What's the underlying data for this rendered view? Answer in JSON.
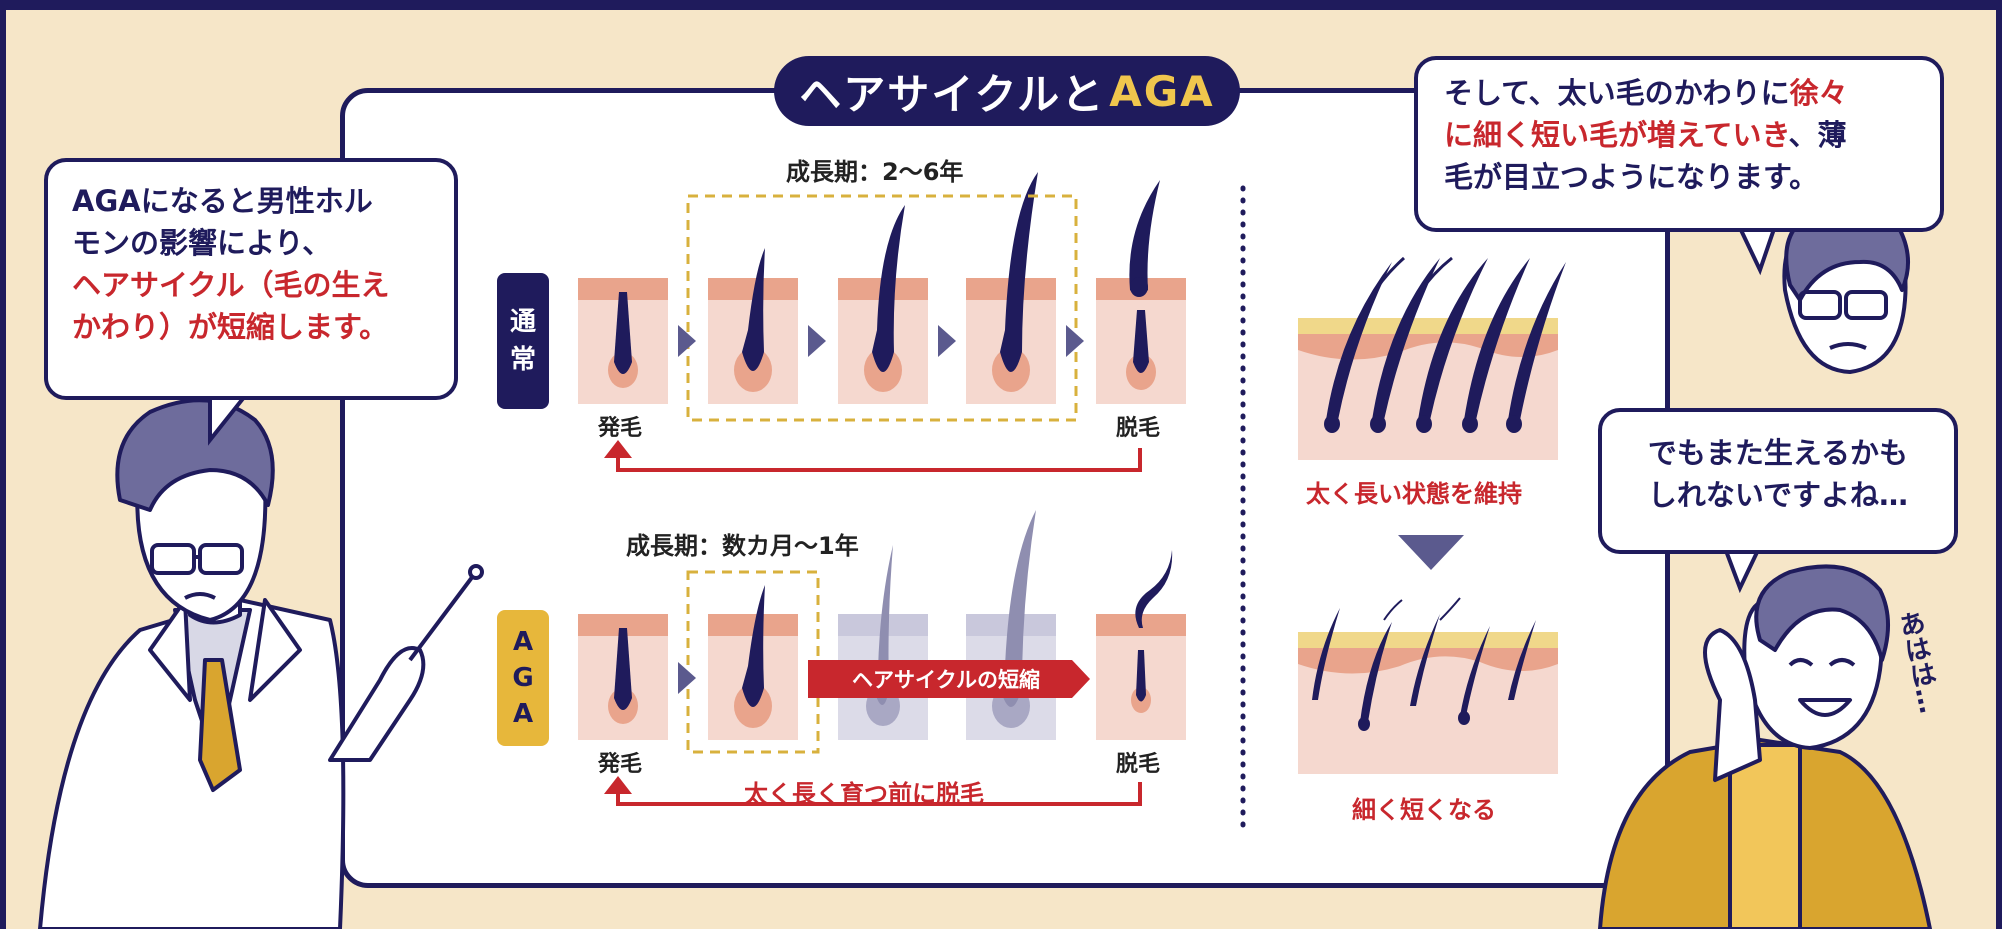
{
  "title": {
    "prefix": "ヘアサイクルと",
    "accent": "AGA"
  },
  "normal_row": {
    "tag": [
      "通",
      "常"
    ],
    "period": "成長期：2〜6年",
    "start_label": "発毛",
    "end_label": "脱毛"
  },
  "aga_row": {
    "tag": [
      "A",
      "G",
      "A"
    ],
    "period": "成長期：数カ月〜1年",
    "start_label": "発毛",
    "end_label": "脱毛",
    "shortening_banner": "ヘアサイクルの短縮",
    "arrow_caption": "太く長く育つ前に脱毛"
  },
  "comparison": {
    "normal_caption": "太く長い状態を維持",
    "aga_caption": "細く短くなる"
  },
  "doctor_bubble": {
    "line1": "AGAになると男性ホル",
    "line2": "モンの影響により、",
    "line3": "ヘアサイクル（毛の生え",
    "line4": "かわり）が短縮します。"
  },
  "right_bubble_top": {
    "line1a": "そして、太い毛のかわりに",
    "line1b": "徐々",
    "line2a": "に細く短い毛が増えていき",
    "line2b": "、薄",
    "line3": "毛が目立つようになります。"
  },
  "right_bubble_bottom": {
    "line1": "でもまた生えるかも",
    "line2": "しれないですよね…"
  },
  "laugh_text": "あはは…",
  "colors": {
    "navy": "#1f1b5c",
    "red": "#c8272d",
    "gold": "#e7b73b",
    "cream": "#f6e6c8",
    "skin": "#f5d8cf"
  }
}
